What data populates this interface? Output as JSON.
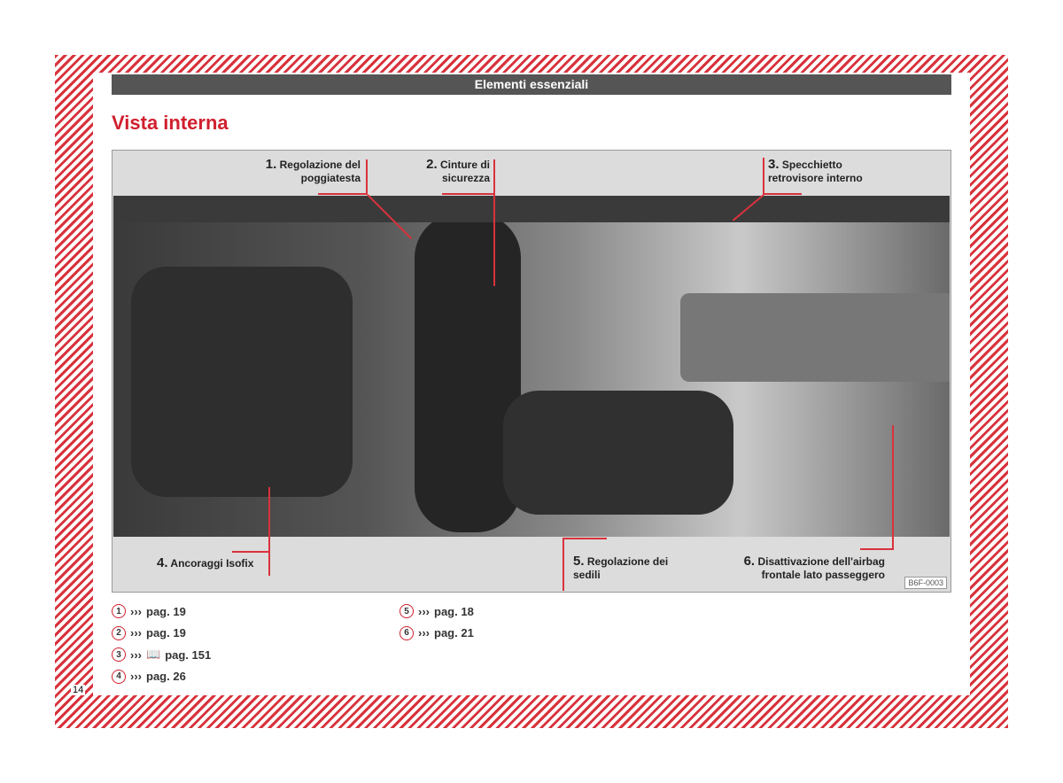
{
  "header": "Elementi essenziali",
  "title": "Vista interna",
  "figure": {
    "code": "B6F-0003",
    "callouts": [
      {
        "num": "1.",
        "text": "Regolazione del poggiatesta"
      },
      {
        "num": "2.",
        "text": "Cinture di sicurezza"
      },
      {
        "num": "3.",
        "text": "Specchietto retrovisore interno"
      },
      {
        "num": "4.",
        "text": "Ancoraggi Isofix"
      },
      {
        "num": "5.",
        "text": "Regolazione dei sedili"
      },
      {
        "num": "6.",
        "text": "Disattivazione dell'airbag frontale lato passeggero"
      }
    ]
  },
  "refs": [
    {
      "n": "1",
      "arrow": "›››",
      "text": "pag. 19"
    },
    {
      "n": "2",
      "arrow": "›››",
      "text": "pag. 19"
    },
    {
      "n": "3",
      "arrow": "›››",
      "text": "pag. 151",
      "icon": "book-search-icon"
    },
    {
      "n": "4",
      "arrow": "›››",
      "text": "pag. 26"
    },
    {
      "n": "5",
      "arrow": "›››",
      "text": "pag. 18"
    },
    {
      "n": "6",
      "arrow": "›››",
      "text": "pag. 21"
    }
  ],
  "page_number": "14"
}
